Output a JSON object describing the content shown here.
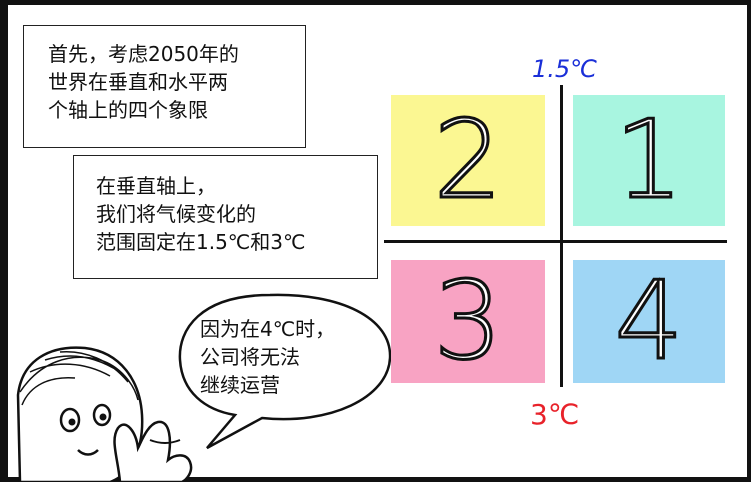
{
  "captions": {
    "intro": "首先，考虑2050年的\n世界在垂直和水平两\n个轴上的四个象限",
    "vertical_axis": "在垂直轴上，\n我们将气候变化的\n范围固定在1.5℃和3℃"
  },
  "speech_bubble": {
    "text": "因为在4℃时，\n公司将无法\n继续运营"
  },
  "quadrant_chart": {
    "top_label": "1.5℃",
    "bottom_label": "3℃",
    "quadrants": [
      {
        "number": "2",
        "color": "#fbf792"
      },
      {
        "number": "1",
        "color": "#a8f5e0"
      },
      {
        "number": "3",
        "color": "#f8a3c3"
      },
      {
        "number": "4",
        "color": "#9fd6f5"
      }
    ]
  },
  "colors": {
    "top_label": "#1a2fd8",
    "bottom_label": "#e8222a"
  }
}
